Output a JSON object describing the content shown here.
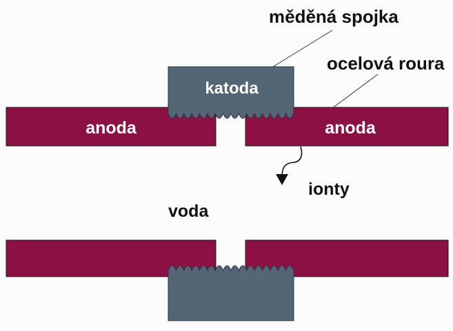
{
  "labels": {
    "coupling": "měděná spojka",
    "pipe": "ocelová roura",
    "cathode": "katoda",
    "anode_left": "anoda",
    "anode_right": "anoda",
    "ions": "ionty",
    "water": "voda"
  },
  "colors": {
    "background": "#fcfcfc",
    "anode": "#8b1043",
    "cathode": "#546576",
    "gap": "#ffffff",
    "outline": "#1a1a1a",
    "label_on_shape": "#ffffff",
    "label_text": "#111111"
  }
}
